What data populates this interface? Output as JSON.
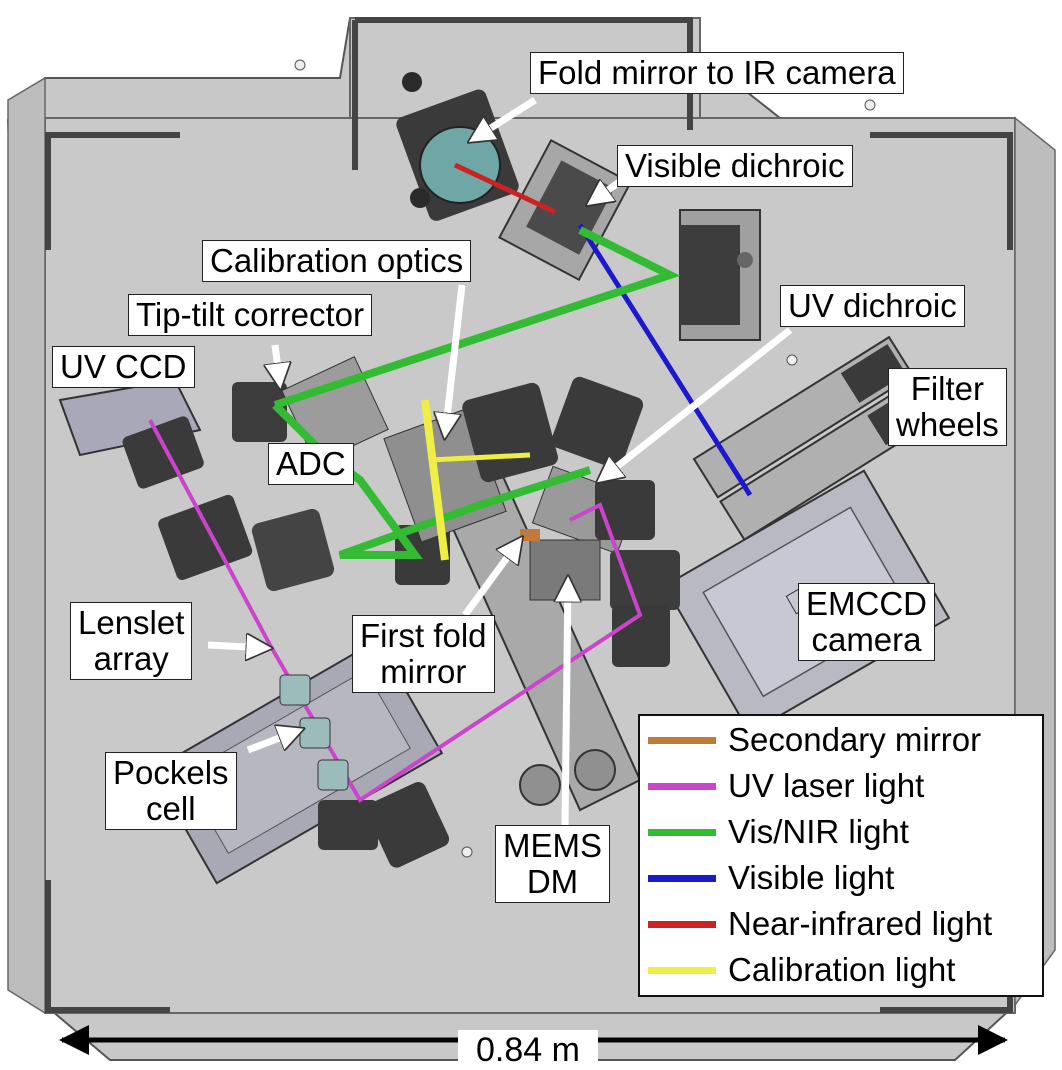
{
  "labels": {
    "fold_mirror_ir": "Fold mirror to IR camera",
    "visible_dichroic": "Visible dichroic",
    "calibration_optics": "Calibration optics",
    "tip_tilt": "Tip-tilt corrector",
    "uv_dichroic": "UV dichroic",
    "uv_ccd": "UV CCD",
    "filter_wheels": [
      "Filter",
      "wheels"
    ],
    "adc": "ADC",
    "emccd": [
      "EMCCD",
      "camera"
    ],
    "lenslet": [
      "Lenslet",
      "array"
    ],
    "first_fold": [
      "First fold",
      "mirror"
    ],
    "pockels": [
      "Pockels",
      "cell"
    ],
    "mems": [
      "MEMS",
      "DM"
    ]
  },
  "legend": [
    {
      "label": "Secondary mirror",
      "color": "#c07a3a"
    },
    {
      "label": "UV laser light",
      "color": "#cc44cc"
    },
    {
      "label": "Vis/NIR light",
      "color": "#33bb33"
    },
    {
      "label": "Visible light",
      "color": "#1a1acc"
    },
    {
      "label": "Near-infrared light",
      "color": "#cc2222"
    },
    {
      "label": "Calibration light",
      "color": "#eeee44"
    }
  ],
  "scale_bar": "0.84 m"
}
